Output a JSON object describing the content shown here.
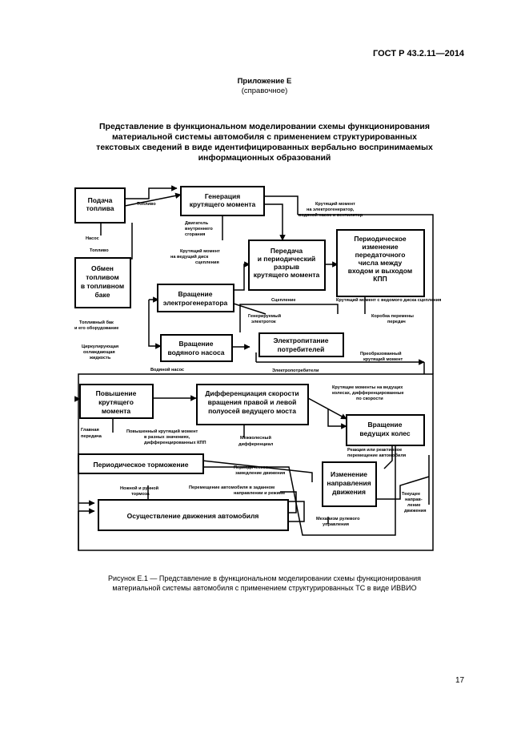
{
  "header": {
    "standard": "ГОСТ Р 43.2.11—2014",
    "appendix": "Приложение Е",
    "appendix_note": "(справочное)"
  },
  "title_lines": [
    "Представление в функциональном моделировании схемы функционирования",
    "материальной системы автомобиля с применением структурированных",
    "текстовых сведений в виде идентифицированных вербально воспринимаемых",
    "информационных образований"
  ],
  "boxes": {
    "fuel_supply": [
      "Подача",
      "топлива"
    ],
    "torque_gen": [
      "Генерация",
      "крутящего момента"
    ],
    "fuel_exchange": [
      "Обмен",
      "топливом",
      "в топливном",
      "баке"
    ],
    "transmission": [
      "Передача",
      "и периодический",
      "разрыв",
      "крутящего момента"
    ],
    "gearbox": [
      "Периодическое",
      "изменение",
      "передаточного",
      "числа между",
      "входом и выходом",
      "КПП"
    ],
    "generator": [
      "Вращение",
      "электрогенератора"
    ],
    "water_pump": [
      "Вращение",
      "водяного насоса"
    ],
    "power_consumers": [
      "Электропитание",
      "потребителей"
    ],
    "torque_boost": [
      "Повышение",
      "крутящего",
      "момента"
    ],
    "differential": [
      "Дифференциация скорости",
      "вращения правой и левой",
      "полуосей ведущего моста"
    ],
    "wheels": [
      "Вращение",
      "ведущих колес"
    ],
    "braking": [
      "Периодическое торможение"
    ],
    "motion": [
      "Осуществление движения автомобиля"
    ],
    "direction": [
      "Изменение",
      "направления",
      "движения"
    ]
  },
  "labels": {
    "fuel": "Топливо",
    "fuel2": "Топливо",
    "pump": "Насос",
    "internal_combustion": [
      "Двигатель",
      "внутреннего",
      "сгорания"
    ],
    "torque_to_consumers": [
      "Крутящий момент",
      "на электрогенератор,",
      "водяной насос и вентилятор"
    ],
    "torque_to_clutch": [
      "Крутящий момент",
      "на ведущий диск",
      "сцепления"
    ],
    "tank": [
      "Топливный бак",
      "и его оборудование"
    ],
    "clutch": "Сцепление",
    "generated_current": [
      "Генерируемый",
      "электроток"
    ],
    "driven_disk_torque": "Крутящий момент с ведомого диска сцепления",
    "gearbox_label": [
      "Коробка перемены",
      "передач"
    ],
    "coolant": [
      "Циркулирующая",
      "охлаждающая",
      "жидкость"
    ],
    "water_pump_label": "Водяной насос",
    "consumers": "Электропотребители",
    "shaft_torque": [
      "Преобразованный",
      "крутящий момент"
    ],
    "wheel_torques": [
      "Крутящие моменты на ведущих",
      "колесах, дифференцированные",
      "по скорости"
    ],
    "main_gear": [
      "Главная",
      "передача"
    ],
    "raised_torque": [
      "Повышенный крутящий момент",
      "в разных значениях,",
      "дифференцированных КПП"
    ],
    "inter_wheel_diff": [
      "Межколесный",
      "дифференциал"
    ],
    "wheel_turn": [
      "Реакция или реактивное",
      "перемещение автомобиля"
    ],
    "periodic_slowdown": [
      "Периодическое",
      "замедление движения"
    ],
    "foot_hand_brake": [
      "Ножной и ручной",
      "тормоза"
    ],
    "car_move": [
      "Перемещение автомобиля в заданном",
      "направлении и режиме"
    ],
    "steering": [
      "Механизм рулевого",
      "управления"
    ],
    "current_direction": [
      "Текущее",
      "направ-",
      "ление",
      "движения"
    ]
  },
  "caption_lines": [
    "Рисунок Е.1 — Представление в функциональном моделировании схемы функционирования",
    "материальной системы автомобиля с применением структурированных ТС в виде ИВВИО"
  ],
  "page_number": "17"
}
